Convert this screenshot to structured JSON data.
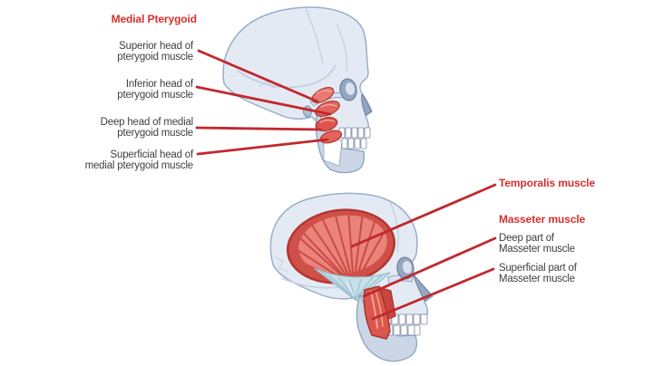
{
  "figure": {
    "background_color": "#ffffff",
    "leader_line_color": "#c1272d",
    "title_red_color": "#d5302c",
    "label_text_color": "#3f3f3f",
    "skull_fill_color": "#e4eaf4",
    "skull_stroke_color": "#9aaecb",
    "muscle_red_color": "#e2625c",
    "muscle_dark_red_color": "#b0372e",
    "tendon_blue_color": "#c6dfe8",
    "pterygoid_section": {
      "title": "Medial Pterygoid",
      "labels": [
        {
          "line1": "Superior head of",
          "line2": "pterygoid muscle"
        },
        {
          "line1": "Inferior head of",
          "line2": "pterygoid muscle"
        },
        {
          "line1": "Deep head of medial",
          "line2": "pterygoid muscle"
        },
        {
          "line1": "Superficial head of",
          "line2": "medial pterygoid muscle"
        }
      ]
    },
    "masseter_section": {
      "temporalis_title": "Temporalis muscle",
      "masseter_title": "Masseter muscle",
      "labels": [
        {
          "line1": "Deep part of",
          "line2": "Masseter muscle"
        },
        {
          "line1": "Superficial part of",
          "line2": "Masseter muscle"
        }
      ]
    }
  }
}
